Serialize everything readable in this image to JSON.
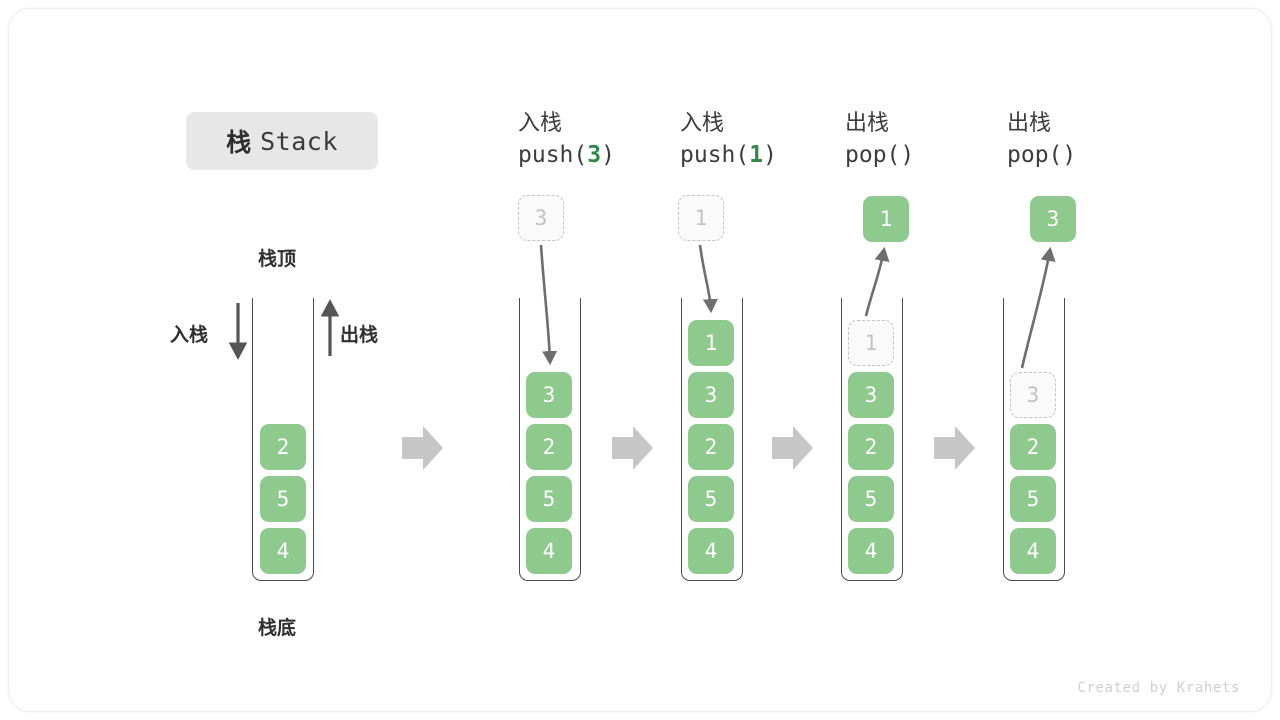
{
  "title": {
    "cn": "栈",
    "en": "Stack"
  },
  "labels": {
    "top": "栈顶",
    "bottom": "栈底",
    "push": "入栈",
    "pop": "出栈"
  },
  "footer": "Created by Krahets",
  "colors": {
    "cell_green": "#8ec98e",
    "cell_text": "#ffffff",
    "ghost_border": "#c4c4c4",
    "ghost_text": "#c2c2c2",
    "arrow_gray": "#c6c6c6",
    "stroke_dark": "#4a4a4a",
    "accent_green": "#2e8b46",
    "badge_bg": "#e7e7e7"
  },
  "columns": [
    {
      "id": "initial",
      "head_cn": "",
      "head_code": "",
      "head_code_num": "",
      "cells": [
        "2",
        "5",
        "4"
      ],
      "ghost": null,
      "ghost_position": null,
      "result": null,
      "annotations": [
        "栈顶",
        "栈底",
        "入栈",
        "出栈"
      ]
    },
    {
      "id": "push-3",
      "head_cn": "入栈",
      "head_code_pre": "push(",
      "head_code_num": "3",
      "head_code_post": ")",
      "cells": [
        "3",
        "2",
        "5",
        "4"
      ],
      "ghost": "3",
      "ghost_position": "above",
      "result": null
    },
    {
      "id": "push-1",
      "head_cn": "入栈",
      "head_code_pre": "push(",
      "head_code_num": "1",
      "head_code_post": ")",
      "cells": [
        "1",
        "3",
        "2",
        "5",
        "4"
      ],
      "ghost": "1",
      "ghost_position": "above",
      "result": null
    },
    {
      "id": "pop-1",
      "head_cn": "出栈",
      "head_code_pre": "pop(",
      "head_code_num": "",
      "head_code_post": ")",
      "cells": [
        "3",
        "2",
        "5",
        "4"
      ],
      "ghost": "1",
      "ghost_position": "in-stack-top",
      "result": "1"
    },
    {
      "id": "pop-3",
      "head_cn": "出栈",
      "head_code_pre": "pop(",
      "head_code_num": "",
      "head_code_post": ")",
      "cells": [
        "2",
        "5",
        "4"
      ],
      "ghost": "3",
      "ghost_position": "in-stack-top",
      "result": "3"
    }
  ]
}
